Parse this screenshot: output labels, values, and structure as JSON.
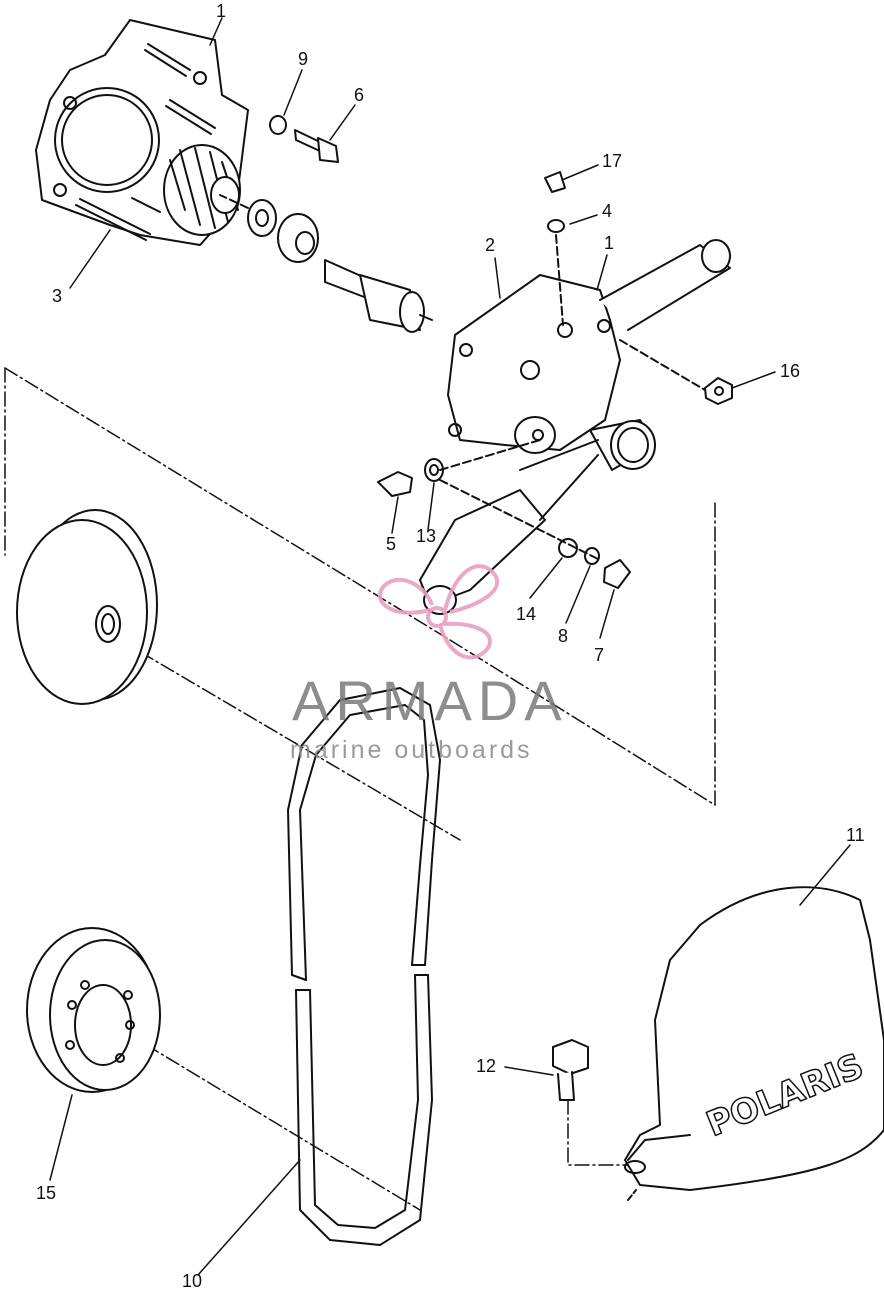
{
  "callouts": {
    "c1_top": "1",
    "c9": "9",
    "c6": "6",
    "c17": "17",
    "c4": "4",
    "c2": "2",
    "c1_right": "1",
    "c16": "16",
    "c3": "3",
    "c5": "5",
    "c13": "13",
    "c14": "14",
    "c8": "8",
    "c7": "7",
    "c11": "11",
    "c12": "12",
    "c15": "15",
    "c10": "10"
  },
  "watermark": {
    "title": "ARMADA",
    "subtitle": "marine outboards",
    "logo_color": "#e8a0c0",
    "text_color": "#7a7a7a"
  },
  "cover_logo": "POLARIS",
  "icons": [
    "propeller-logo"
  ]
}
